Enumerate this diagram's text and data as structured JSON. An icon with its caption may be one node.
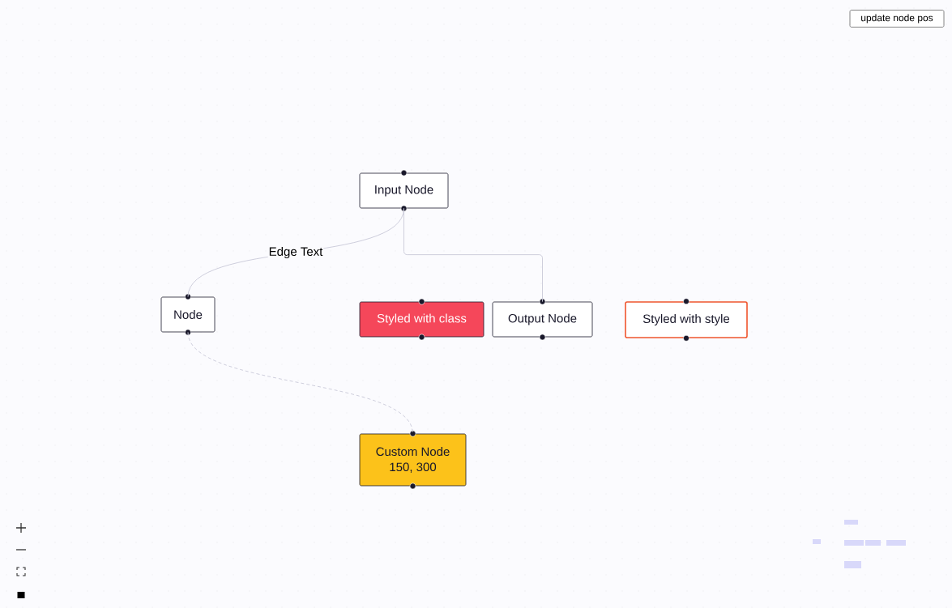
{
  "diagram": {
    "nodes": [
      {
        "text": [
          "Input Node"
        ]
      },
      {
        "text": [
          "Node"
        ]
      },
      {
        "text": [
          "Styled with class"
        ]
      },
      {
        "text": [
          "Output Node"
        ]
      },
      {
        "text": [
          "Styled with style"
        ]
      },
      {
        "text": [
          "Custom Node",
          "150, 300"
        ]
      }
    ],
    "edges": [
      {
        "from": 0,
        "to": 1,
        "arrow": "none",
        "label": "Edge Text"
      },
      {
        "from": 0,
        "to": 3,
        "arrow": "none"
      },
      {
        "from": 1,
        "to": 5,
        "arrow": "none",
        "style": "dashed"
      }
    ],
    "labels": [
      "update node pos"
    ]
  }
}
